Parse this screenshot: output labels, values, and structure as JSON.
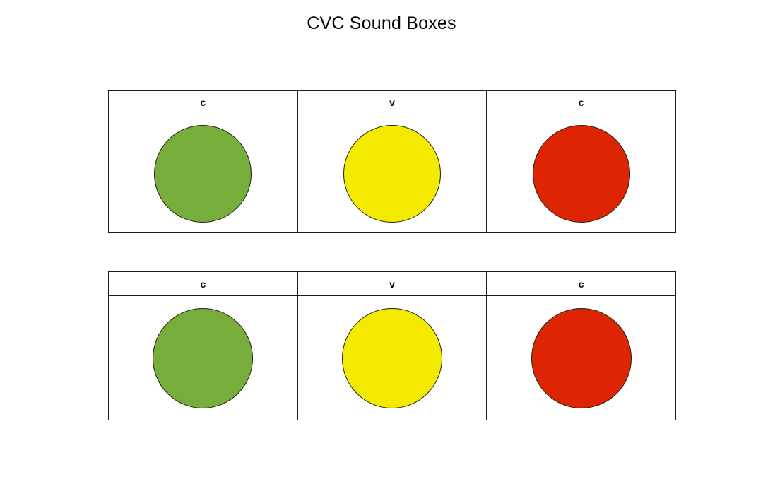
{
  "page": {
    "title": "CVC Sound Boxes"
  },
  "palette": {
    "background": "#ffffff",
    "table_border": "#1a1a1a",
    "circle_outline": "#20200e",
    "text": "#000000",
    "green": "#77ad3b",
    "yellow": "#f3ea00",
    "red": "#dd2503"
  },
  "tables": [
    {
      "headers": [
        "c",
        "v",
        "c"
      ],
      "cells": [
        {
          "icon": "green-circle",
          "color": "#77ad3b"
        },
        {
          "icon": "yellow-circle",
          "color": "#f3ea00"
        },
        {
          "icon": "red-circle",
          "color": "#dd2503"
        }
      ]
    },
    {
      "headers": [
        "c",
        "v",
        "c"
      ],
      "cells": [
        {
          "icon": "green-circle",
          "color": "#77ad3b"
        },
        {
          "icon": "yellow-circle",
          "color": "#f3ea00"
        },
        {
          "icon": "red-circle",
          "color": "#dd2503"
        }
      ]
    }
  ]
}
